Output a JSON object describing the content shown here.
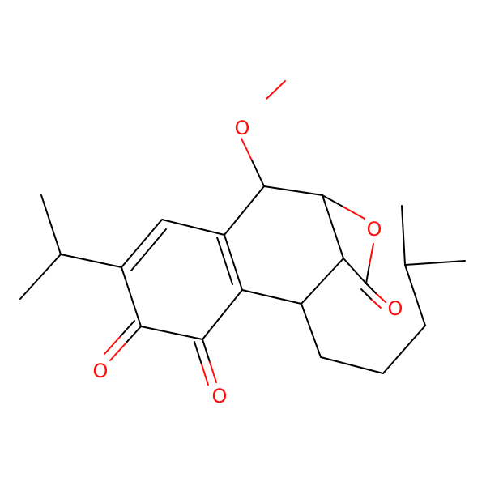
{
  "molecule": {
    "atom_labels": {
      "methoxy_oxygen": "O",
      "ring_oxygen": "O",
      "lactone_carbonyl_oxygen": "O",
      "left_ketone_oxygen": "O",
      "right_ketone_oxygen": "O"
    },
    "colors": {
      "carbon_bond": "#000000",
      "oxygen": "#ff0d0d",
      "background": "#ffffff"
    }
  }
}
